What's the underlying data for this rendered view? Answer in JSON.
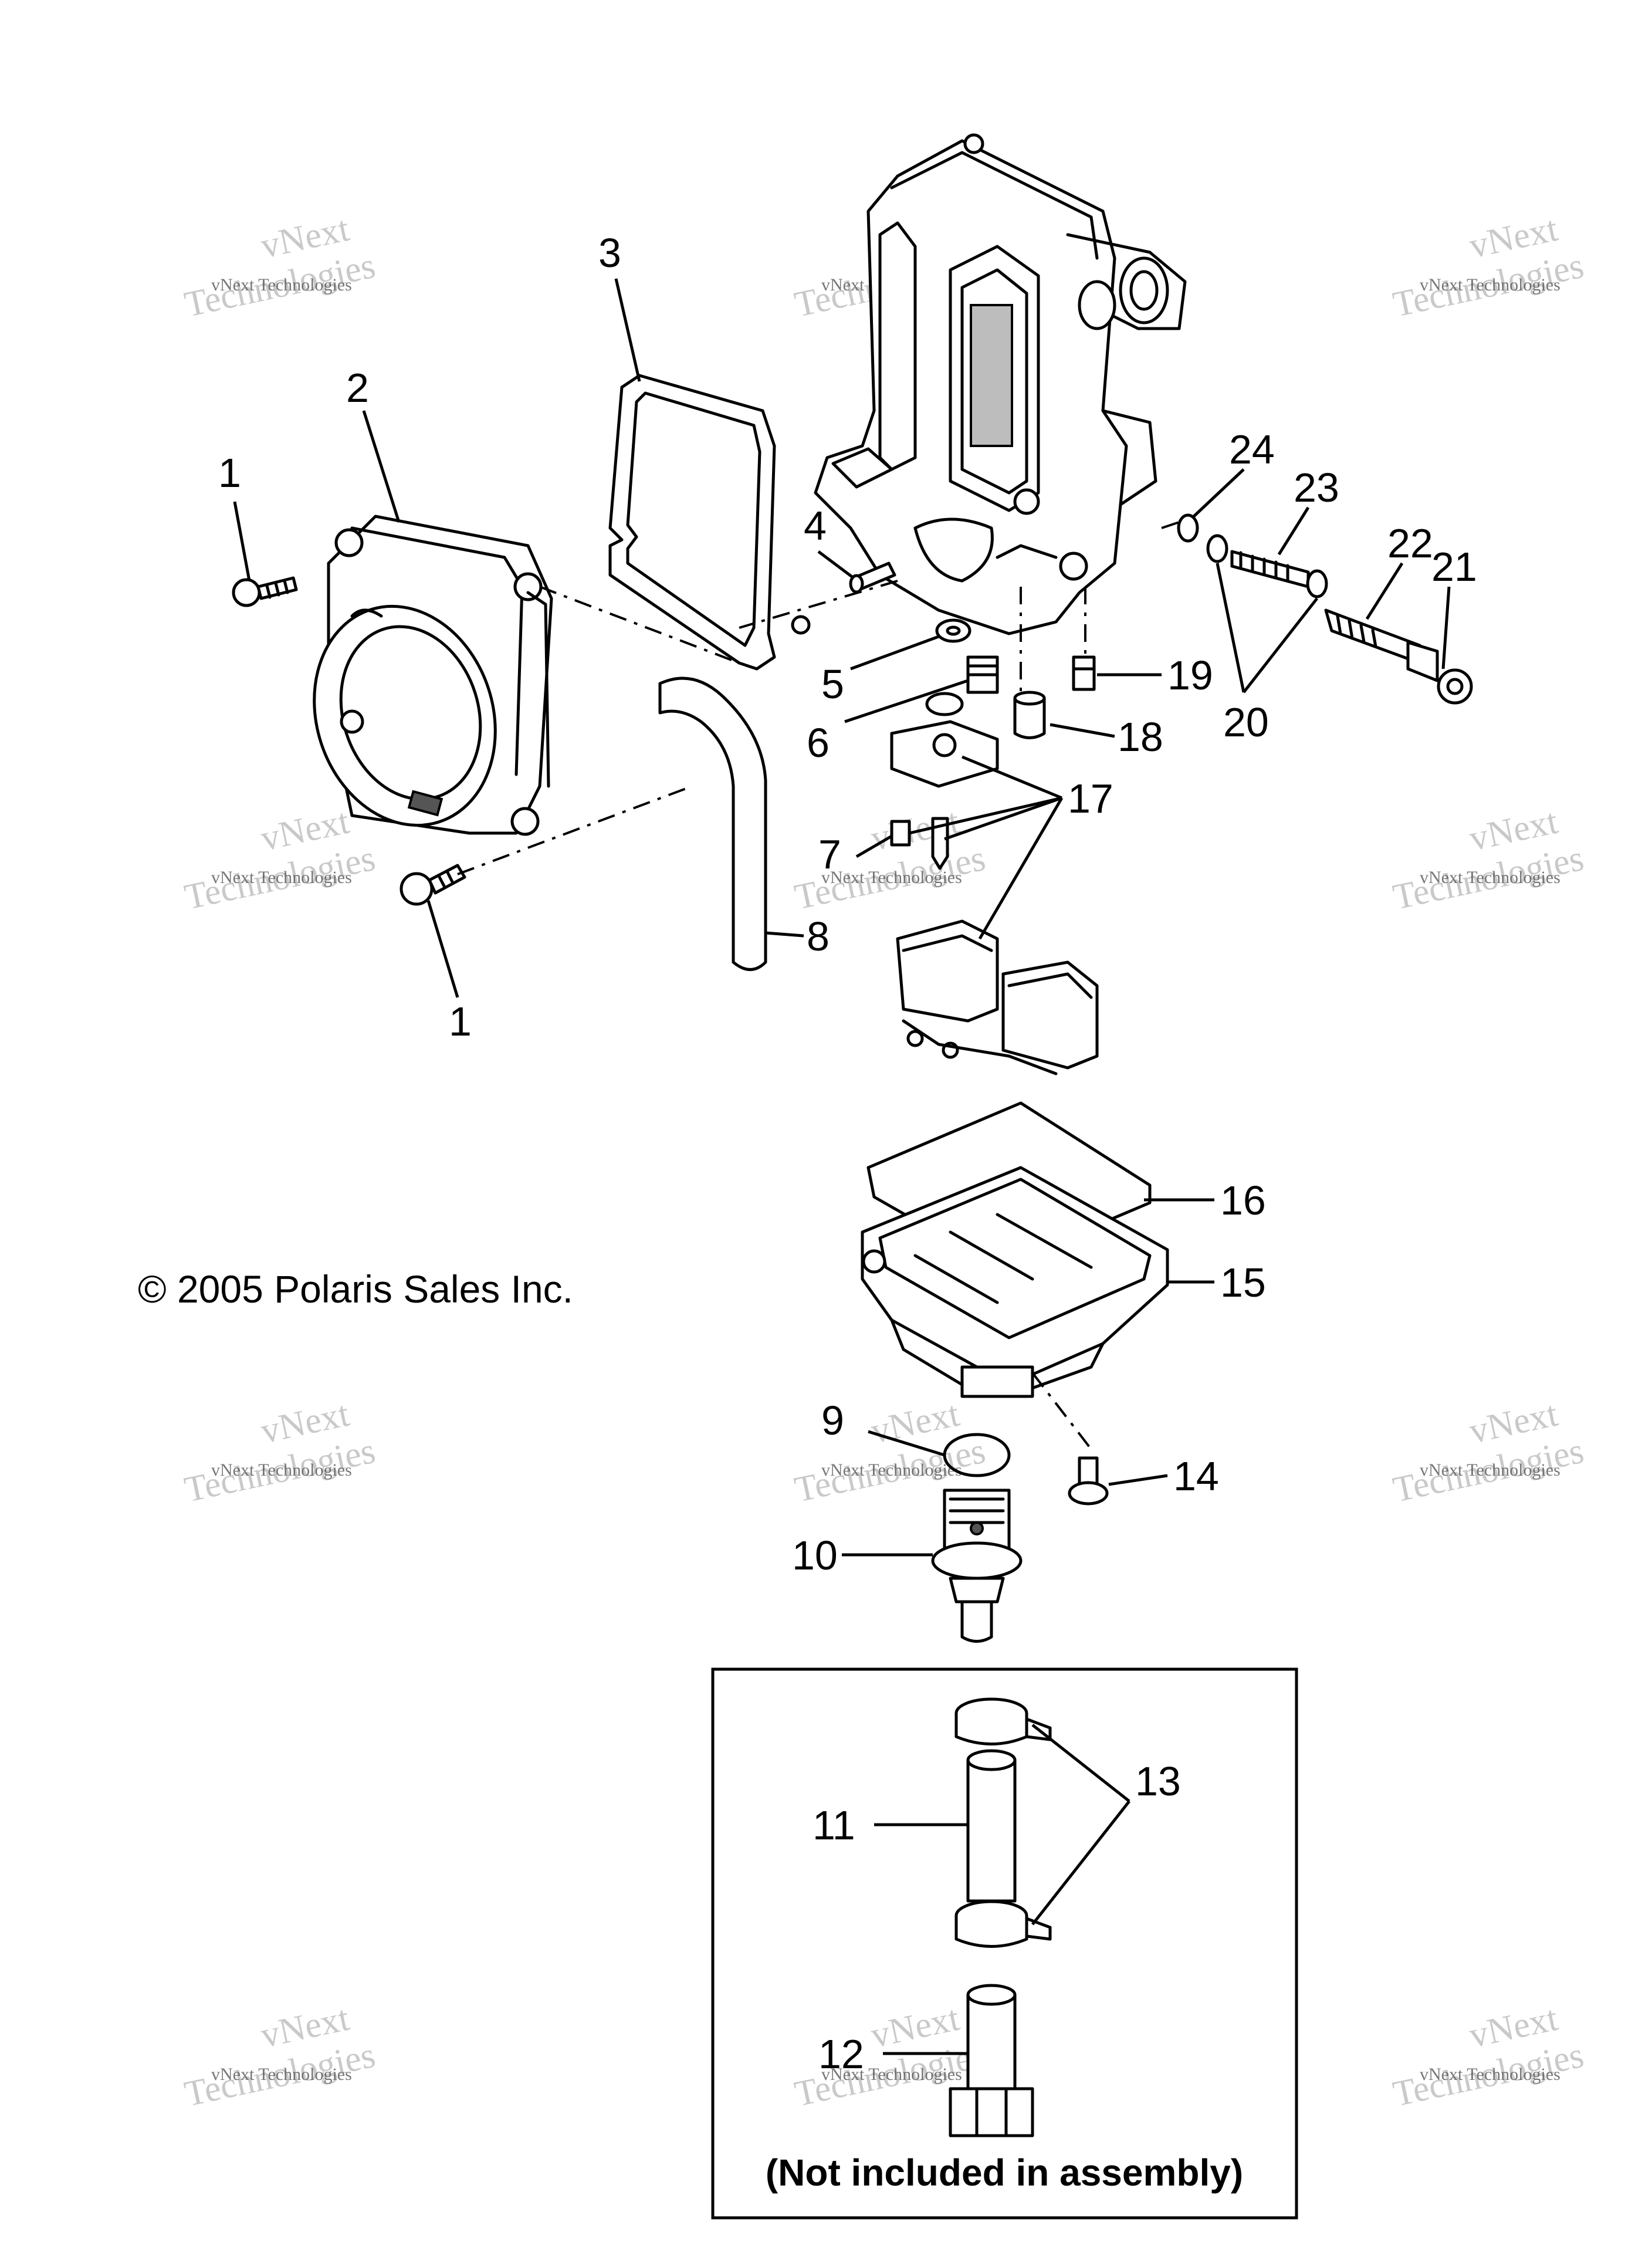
{
  "copyright": "© 2005 Polaris Sales Inc.",
  "note": "(Not included in assembly)",
  "watermark": {
    "small": "vNext Technologies",
    "big_line1": "vNext",
    "big_line2": "Technologies"
  },
  "callouts": [
    {
      "id": "c1a",
      "label": "1"
    },
    {
      "id": "c1b",
      "label": "1"
    },
    {
      "id": "c2",
      "label": "2"
    },
    {
      "id": "c3",
      "label": "3"
    },
    {
      "id": "c4",
      "label": "4"
    },
    {
      "id": "c5",
      "label": "5"
    },
    {
      "id": "c6",
      "label": "6"
    },
    {
      "id": "c7",
      "label": "7"
    },
    {
      "id": "c8",
      "label": "8"
    },
    {
      "id": "c9",
      "label": "9"
    },
    {
      "id": "c10",
      "label": "10"
    },
    {
      "id": "c11",
      "label": "11"
    },
    {
      "id": "c12",
      "label": "12"
    },
    {
      "id": "c13",
      "label": "13"
    },
    {
      "id": "c14",
      "label": "14"
    },
    {
      "id": "c15",
      "label": "15"
    },
    {
      "id": "c16",
      "label": "16"
    },
    {
      "id": "c17",
      "label": "17"
    },
    {
      "id": "c18",
      "label": "18"
    },
    {
      "id": "c19",
      "label": "19"
    },
    {
      "id": "c20",
      "label": "20"
    },
    {
      "id": "c21",
      "label": "21"
    },
    {
      "id": "c22",
      "label": "22"
    },
    {
      "id": "c23",
      "label": "23"
    },
    {
      "id": "c24",
      "label": "24"
    }
  ]
}
